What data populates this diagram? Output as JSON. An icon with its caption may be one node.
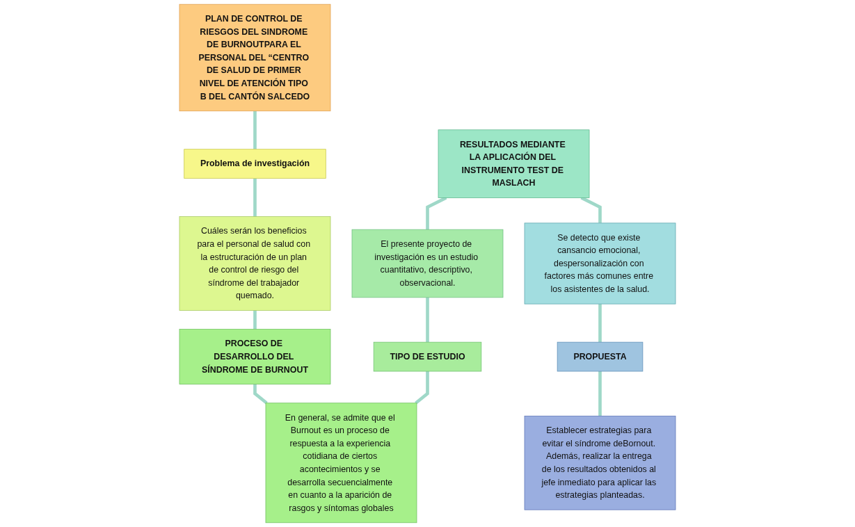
{
  "diagram": {
    "nodes": [
      {
        "text": [
          "PLAN DE CONTROL DE RIESGOS DEL SINDROME DE BURNOUTPARA EL PERSONAL DEL “CENTRO DE SALUD DE PRIMER NIVEL DE ATENCIÓN TIPO B DEL CANTÓN SALCEDO"
        ]
      },
      {
        "text": [
          "Problema de investigación"
        ]
      },
      {
        "text": [
          "Cuáles serán los beneficios para el personal de salud con la estructuración de un plan de control de riesgo del síndrome del trabajador quemado."
        ]
      },
      {
        "text": [
          "PROCESO DE DESARROLLO DEL SÍNDROME DE BURNOUT"
        ]
      },
      {
        "text": [
          "En general, se admite que el Burnout es un proceso de respuesta a la experiencia cotidiana de ciertos acontecimientos y se desarrolla secuencialmente en cuanto a la aparición de rasgos y síntomas globales"
        ]
      },
      {
        "text": [
          "TIPO DE ESTUDIO"
        ]
      },
      {
        "text": [
          "El presente proyecto de investigación es un estudio cuantitativo, descriptivo, observacional."
        ]
      },
      {
        "text": [
          "RESULTADOS MEDIANTE LA APLICACIÓN DEL INSTRUMENTO TEST DE MASLACH"
        ]
      },
      {
        "text": [
          "Se detecto que existe cansancio emocional, despersonalización con factores más comunes entre los asistentes de la salud."
        ]
      },
      {
        "text": [
          "PROPUESTA"
        ]
      },
      {
        "text": [
          "Establecer estrategias para evitar el síndrome deBornout. Además, realizar la entrega de los resultados obtenidos al jefe inmediato para aplicar las estrategias planteadas."
        ]
      }
    ],
    "edges": [
      {
        "from": 0,
        "to": 1,
        "arrow": "none"
      },
      {
        "from": 1,
        "to": 2,
        "arrow": "none"
      },
      {
        "from": 2,
        "to": 3,
        "arrow": "none"
      },
      {
        "from": 3,
        "to": 4,
        "arrow": "none"
      },
      {
        "from": 4,
        "to": 5,
        "arrow": "none"
      },
      {
        "from": 5,
        "to": 6,
        "arrow": "none"
      },
      {
        "from": 6,
        "to": 7,
        "arrow": "none"
      },
      {
        "from": 7,
        "to": 8,
        "arrow": "none"
      },
      {
        "from": 8,
        "to": 9,
        "arrow": "none"
      },
      {
        "from": 9,
        "to": 10,
        "arrow": "none"
      }
    ]
  }
}
